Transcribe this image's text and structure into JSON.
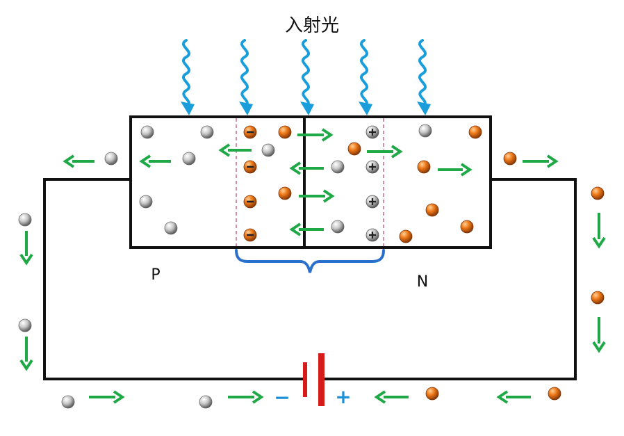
{
  "title": "入射光",
  "labels": {
    "p_region": "P",
    "n_region": "N"
  },
  "battery": {
    "negative": "−",
    "positive": "+"
  },
  "colors": {
    "electron": "#e06a10",
    "hole": "#bfbfbf",
    "arrow": "#1ea846",
    "light": "#1a9ddb",
    "depletion_bracket": "#2a6fcc",
    "battery_plate": "#d61b1b",
    "wire": "#111111"
  },
  "icons": {
    "light_ray": "wavy-light-ray-icon",
    "electron": "electron-particle-icon",
    "hole": "hole-particle-icon",
    "neg_ion": "negative-ion-icon",
    "pos_ion": "positive-ion-icon",
    "arrow": "green-arrow-icon"
  }
}
